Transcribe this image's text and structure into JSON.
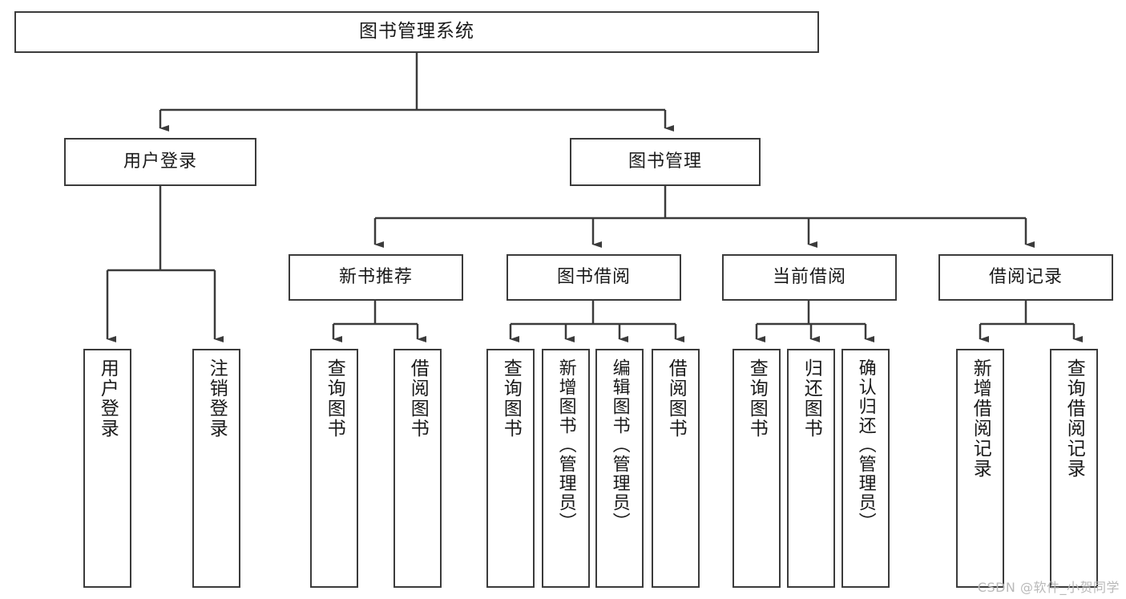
{
  "diagram": {
    "title": "图书管理系统",
    "type": "tree",
    "orientation": "top-down",
    "colors": {
      "background": "#ffffff",
      "node_fill": "#ffffff",
      "node_stroke": "#3b3b3b",
      "edge_stroke": "#3b3b3b",
      "text": "#1a1a1a",
      "watermark": "#b9b9b9"
    },
    "watermark": "CSDN @软件_小贺同学",
    "nodes": {
      "root": {
        "id": "root",
        "label": "图书管理系统",
        "level": 0,
        "text_direction": "horizontal"
      },
      "l1": [
        {
          "id": "user-login",
          "label": "用户登录",
          "level": 1,
          "text_direction": "horizontal"
        },
        {
          "id": "book-management",
          "label": "图书管理",
          "level": 1,
          "text_direction": "horizontal"
        }
      ],
      "l2": [
        {
          "id": "new-book-recommend",
          "label": "新书推荐",
          "level": 2,
          "parent": "book-management",
          "text_direction": "horizontal"
        },
        {
          "id": "book-borrow",
          "label": "图书借阅",
          "level": 2,
          "parent": "book-management",
          "text_direction": "horizontal"
        },
        {
          "id": "current-borrow",
          "label": "当前借阅",
          "level": 2,
          "parent": "book-management",
          "text_direction": "horizontal"
        },
        {
          "id": "borrow-record",
          "label": "借阅记录",
          "level": 2,
          "parent": "book-management",
          "text_direction": "horizontal"
        }
      ],
      "leaves": [
        {
          "id": "leaf-user-login",
          "label": "用户登录",
          "parent": "user-login",
          "text_direction": "vertical"
        },
        {
          "id": "leaf-user-logout",
          "label": "注销登录",
          "parent": "user-login",
          "text_direction": "vertical"
        },
        {
          "id": "leaf-query-book-rec",
          "label": "查询图书",
          "parent": "new-book-recommend",
          "text_direction": "vertical"
        },
        {
          "id": "leaf-borrow-book-rec",
          "label": "借阅图书",
          "parent": "new-book-recommend",
          "text_direction": "vertical"
        },
        {
          "id": "leaf-query-book-borrow",
          "label": "查询图书",
          "parent": "book-borrow",
          "text_direction": "vertical"
        },
        {
          "id": "leaf-add-book",
          "label": "新增图书（管理员）",
          "parent": "book-borrow",
          "text_direction": "vertical"
        },
        {
          "id": "leaf-edit-book",
          "label": "编辑图书（管理员）",
          "parent": "book-borrow",
          "text_direction": "vertical"
        },
        {
          "id": "leaf-borrow-book",
          "label": "借阅图书",
          "parent": "book-borrow",
          "text_direction": "vertical"
        },
        {
          "id": "leaf-query-book-current",
          "label": "查询图书",
          "parent": "current-borrow",
          "text_direction": "vertical"
        },
        {
          "id": "leaf-return-book",
          "label": "归还图书",
          "parent": "current-borrow",
          "text_direction": "vertical"
        },
        {
          "id": "leaf-confirm-return",
          "label": "确认归还（管理员）",
          "parent": "current-borrow",
          "text_direction": "vertical"
        },
        {
          "id": "leaf-add-record",
          "label": "新增借阅记录",
          "parent": "borrow-record",
          "text_direction": "vertical"
        },
        {
          "id": "leaf-query-record",
          "label": "查询借阅记录",
          "parent": "borrow-record",
          "text_direction": "vertical"
        }
      ]
    }
  }
}
